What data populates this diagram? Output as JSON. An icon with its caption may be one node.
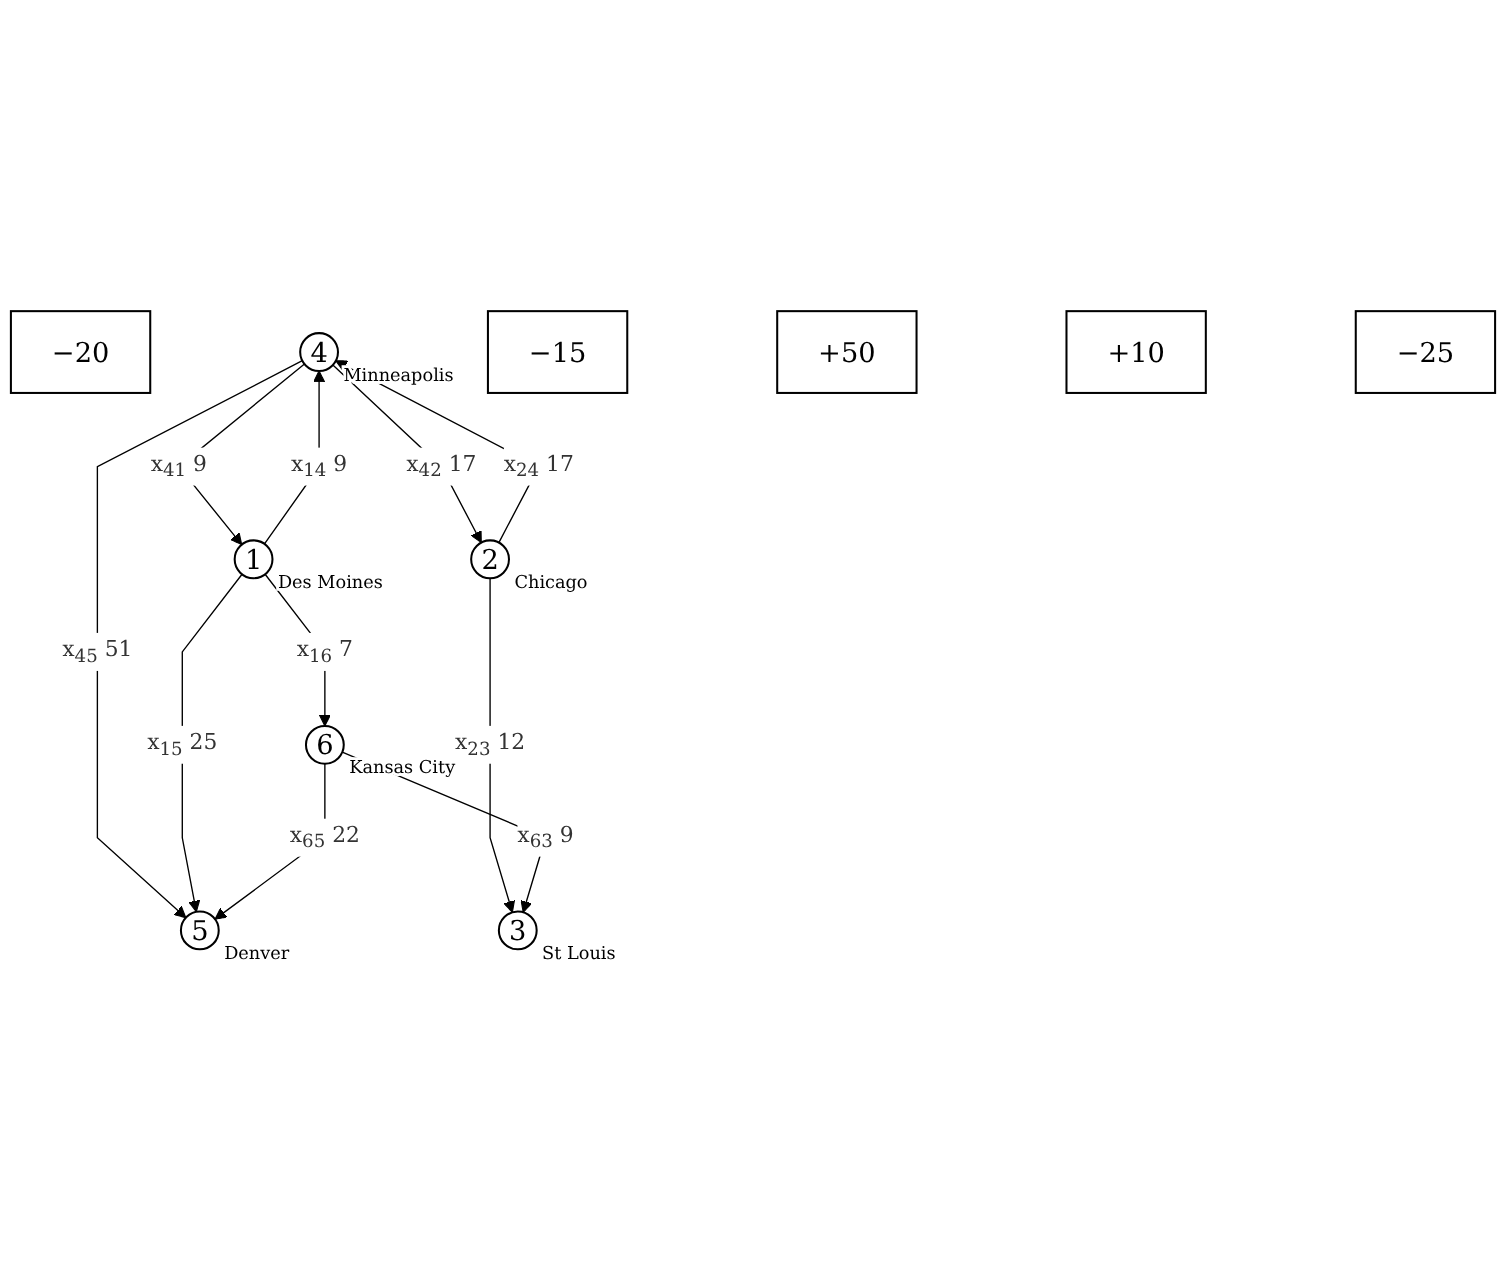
{
  "diagram": {
    "nodes": [
      {
        "text": [
          "−20"
        ]
      },
      {
        "text": [
          "4"
        ],
        "beside": [
          "Minneapolis"
        ]
      },
      {
        "text": [
          "−15"
        ]
      },
      {
        "text": [
          "5"
        ],
        "beside": [
          "Denver"
        ]
      },
      {
        "text": [
          "1"
        ],
        "beside": [
          "Des Moines"
        ]
      },
      {
        "text": [
          "+50"
        ]
      },
      {
        "text": [
          "2"
        ],
        "beside": [
          "Chicago"
        ]
      },
      {
        "text": [
          "+10"
        ]
      },
      {
        "text": [
          "6"
        ],
        "beside": [
          "Kansas City"
        ]
      },
      {
        "text": [
          "3"
        ],
        "beside": [
          "St Louis"
        ]
      },
      {
        "text": [
          "−25"
        ]
      }
    ],
    "edges": [
      {
        "from": 1,
        "to": 3,
        "arrow": "to",
        "label": "x$_{45}$ 51"
      },
      {
        "from": 1,
        "to": 4,
        "arrow": "to",
        "label": "x$_{41}$ 9"
      },
      {
        "from": 4,
        "to": 1,
        "arrow": "to",
        "label": "x$_{14}$ 9"
      },
      {
        "from": 1,
        "to": 6,
        "arrow": "to",
        "label": "x$_{42}$ 17"
      },
      {
        "from": 6,
        "to": 1,
        "arrow": "to",
        "label": "x$_{24}$ 17"
      },
      {
        "from": 4,
        "to": 3,
        "arrow": "to",
        "label": "x$_{15}$ 25"
      },
      {
        "from": 4,
        "to": 8,
        "arrow": "to",
        "label": "x$_{16}$ 7"
      },
      {
        "from": 8,
        "to": 3,
        "arrow": "to",
        "label": "x$_{65}$ 22"
      },
      {
        "from": 6,
        "to": 9,
        "arrow": "to",
        "label": "x$_{23}$ 12"
      },
      {
        "from": 8,
        "to": 9,
        "arrow": "to",
        "label": "x$_{63}$ 9"
      }
    ]
  }
}
